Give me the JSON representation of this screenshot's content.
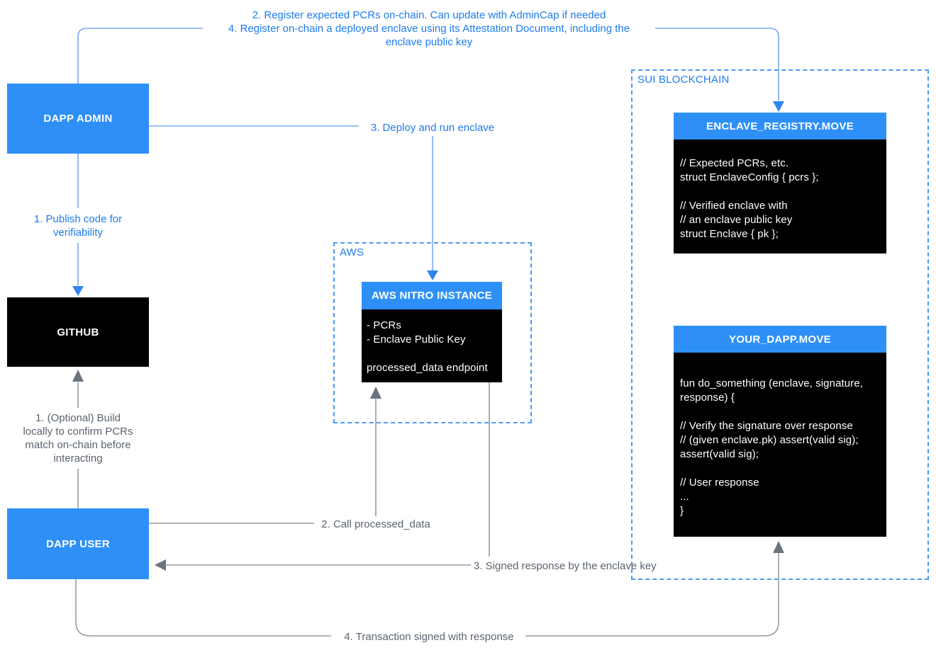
{
  "diagram": {
    "notes": {
      "register_pcrs": "2. Register expected PCRs on-chain. Can update with AdminCap if needed",
      "register_enclave": "4. Register on-chain a deployed enclave using its Attestation Document, including the\nenclave public key"
    },
    "nodes": {
      "dapp_admin": {
        "label": "DAPP ADMIN"
      },
      "github": {
        "label": "GITHUB"
      },
      "dapp_user": {
        "label": "DAPP USER"
      },
      "aws_group": {
        "label": "AWS"
      },
      "nitro_instance": {
        "title": "AWS NITRO INSTANCE",
        "body": "- PCRs\n- Enclave Public Key\n\nprocessed_data endpoint"
      },
      "sui_group": {
        "label": "SUI BLOCKCHAIN"
      },
      "enclave_registry": {
        "title": "ENCLAVE_REGISTRY.MOVE",
        "body": "// Expected PCRs, etc.\nstruct EnclaveConfig { pcrs };\n\n// Verified enclave with\n// an enclave public key\nstruct Enclave { pk };"
      },
      "your_dapp": {
        "title": "YOUR_DAPP.MOVE",
        "body": "fun do_something (enclave, signature,\nresponse) {\n\n// Verify the signature over response\n// (given enclave.pk) assert(valid sig);\nassert(valid sig);\n\n// User response\n...\n}"
      }
    },
    "edge_labels": {
      "publish_code": "1. Publish code for\nverifiability",
      "deploy_enclave": "3. Deploy and run enclave",
      "optional_build": "1. (Optional) Build\nlocally to confirm PCRs\nmatch on-chain before\ninteracting",
      "call_processed_data": "2. Call processed_data",
      "signed_response": "3. Signed response by the enclave key",
      "transaction_signed": "4. Transaction signed with response"
    },
    "colors": {
      "node_blue": "#2e90f7",
      "node_black": "#000000",
      "blue_label_text": "#1e7cee",
      "light_blue_line": "#7aa9f3",
      "blue_arrowhead": "#2e86f0",
      "dashed_border_blue": "#4d9af8",
      "gray_line": "#969da9",
      "gray_arrowhead": "#6b7380",
      "gray_label_text": "#5b6370"
    }
  }
}
